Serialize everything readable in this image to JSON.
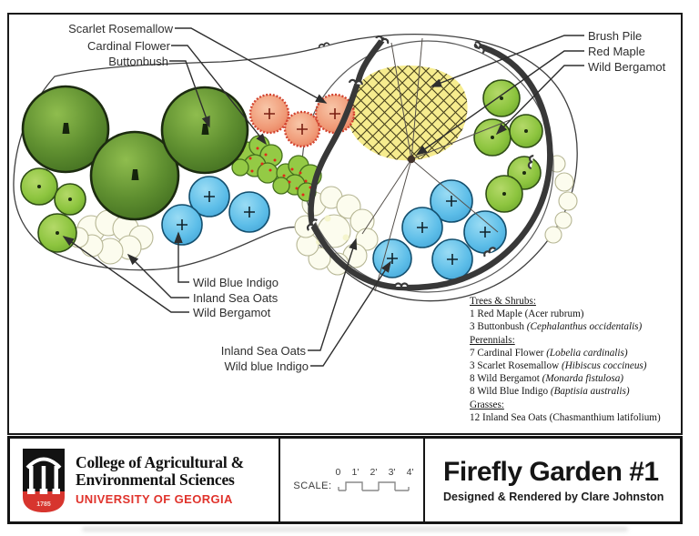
{
  "colors": {
    "uga_red": "#e0332c",
    "ink": "#1a1a1a",
    "label_ink": "#2f2f2f",
    "buttonbush_green": "#5f8f30",
    "bergamot_green": "#8cc43e",
    "indigo_blue": "#55b9e6",
    "rosemallow_salmon": "#ef8f6f",
    "cardinal_green": "#94ca45",
    "brushpile_yellow": "#f6ec8e",
    "edging_dark": "#383838"
  },
  "labels": {
    "scarlet_rosemallow": "Scarlet Rosemallow",
    "cardinal_flower": "Cardinal Flower",
    "buttonbush": "Buttonbush",
    "brush_pile": "Brush Pile",
    "red_maple": "Red Maple",
    "wild_bergamot_right": "Wild Bergamot",
    "wild_blue_indigo_left": "Wild Blue Indigo",
    "inland_sea_oats_left": "Inland Sea Oats",
    "wild_bergamot_left": "Wild Bergamot",
    "inland_sea_oats_center": "Inland Sea Oats",
    "wild_blue_indigo_center": "Wild blue Indigo"
  },
  "plant_list": {
    "lines": [
      {
        "text": "Trees & Shrubs:",
        "latin": "",
        "head": true
      },
      {
        "text": "1 Red Maple (Acer rubrum)",
        "latin": ""
      },
      {
        "text": "3 Buttonbush ",
        "latin": "(Cephalanthus occidentalis)"
      },
      {
        "text": "Perennials:",
        "latin": "",
        "head": true
      },
      {
        "text": "7 Cardinal Flower ",
        "latin": "(Lobelia cardinalis)"
      },
      {
        "text": "3 Scarlet Rosemallow ",
        "latin": "(Hibiscus coccineus)"
      },
      {
        "text": "8 Wild Bergamot ",
        "latin": "(Monarda fistulosa)"
      },
      {
        "text": "8 Wild Blue Indigo ",
        "latin": "(Baptisia australis)"
      },
      {
        "text": "Grasses:",
        "latin": "",
        "head": true
      },
      {
        "text": "12 Inland Sea Oats (Chasmanthium latifolium)",
        "latin": ""
      }
    ]
  },
  "title_block": {
    "college_line1": "College of Agricultural &",
    "college_line2": "Environmental Sciences",
    "university": "UNIVERSITY OF GEORGIA",
    "logo_year": "1785",
    "scale_label": "SCALE:",
    "scale_ticks": [
      "0",
      "1'",
      "2'",
      "3'",
      "4'"
    ],
    "title": "Firefly Garden #1",
    "credit": "Designed & Rendered by Clare Johnston"
  }
}
